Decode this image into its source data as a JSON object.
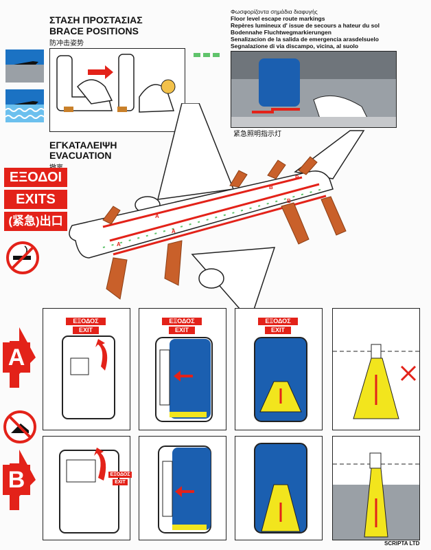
{
  "brace": {
    "title_gr": "ΣΤΑΣΗ ΠΡΟΣΤΑΣΙΑΣ",
    "title_en": "BRACE POSITIONS",
    "title_cn": "防冲击姿势"
  },
  "floor": {
    "lines": [
      "Φωσφορίζοντα σημάδια διαφυγής",
      "Floor level escape route markings",
      "Repères lumineux d' issue de secours a hateur du sol",
      "Bodennahe Fluchtwegmarkierungen",
      "Senalizacion de la salida de emergencia arasdelsuelo",
      "Segnalazione di via discampo, vicina, al suolo"
    ],
    "caption_cn": "紧急照明指示灯"
  },
  "evac": {
    "title_gr": "ΕΓΚΑΤΑΛΕΙΨΗ",
    "title_en": "EVACUATION",
    "title_cn": "撤离"
  },
  "exits": {
    "gr": "ΕΞΟΔΟΙ",
    "en": "EXITS",
    "cn": "(紧急)出口"
  },
  "door_letters": [
    "A",
    "A",
    "A",
    "B",
    "B",
    "B"
  ],
  "panel_exit": {
    "gr": "ΕΞΟΔΟΣ",
    "en": "EXIT"
  },
  "rows": [
    {
      "letter": "A"
    },
    {
      "letter": "B"
    }
  ],
  "credit": "SCRIPTA LTD",
  "colors": {
    "red": "#e32219",
    "blue": "#1b5fb0",
    "yellow": "#f2e51d",
    "slide": "#c9602a",
    "bar_green": "#5fc36b"
  },
  "icons": [
    "plane-water-icon",
    "plane-land-icon",
    "no-smoking-icon",
    "no-high-heels-icon",
    "arrow-right-icon"
  ]
}
